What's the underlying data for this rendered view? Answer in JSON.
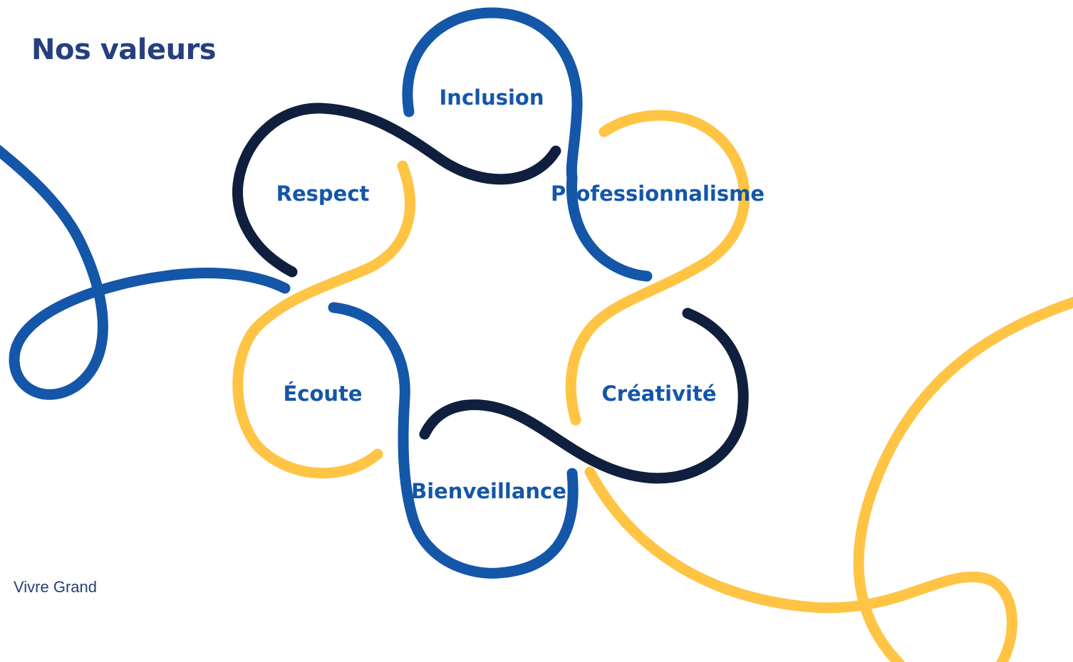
{
  "title": "Nos valeurs",
  "values": [
    {
      "key": "inclusion",
      "label": "Inclusion"
    },
    {
      "key": "respect",
      "label": "Respect"
    },
    {
      "key": "professionnalisme",
      "label": "Professionnalisme"
    },
    {
      "key": "ecoute",
      "label": "Écoute"
    },
    {
      "key": "creativite",
      "label": "Créativité"
    },
    {
      "key": "bienveillance",
      "label": "Bienveillance"
    }
  ],
  "footer": "Vivre Grand",
  "colors": {
    "blue": "#1456a8",
    "navy": "#0f1f3d",
    "yellow": "#ffc444",
    "title": "#263f7e"
  }
}
